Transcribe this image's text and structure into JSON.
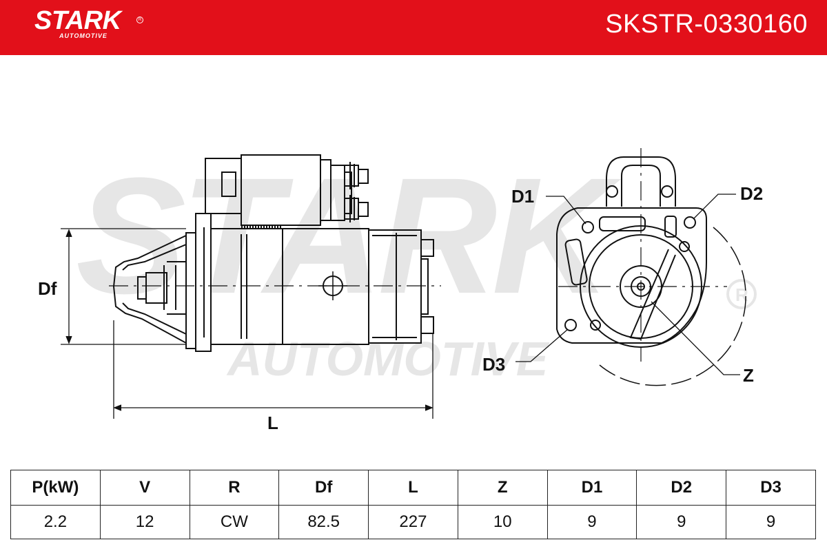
{
  "header": {
    "brand_name": "STARK",
    "brand_sub": "AUTOMOTIVE",
    "part_number": "SKSTR-0330160",
    "color": "#e2101a"
  },
  "drawing": {
    "watermark_main": "STARK",
    "watermark_sub": "AUTOMOTIVE",
    "labels": {
      "df": "Df",
      "l": "L",
      "d1": "D1",
      "d2": "D2",
      "d3": "D3",
      "z": "Z"
    }
  },
  "specs": {
    "headers": [
      "P(kW)",
      "V",
      "R",
      "Df",
      "L",
      "Z",
      "D1",
      "D2",
      "D3"
    ],
    "values": [
      "2.2",
      "12",
      "CW",
      "82.5",
      "227",
      "10",
      "9",
      "9",
      "9"
    ]
  }
}
